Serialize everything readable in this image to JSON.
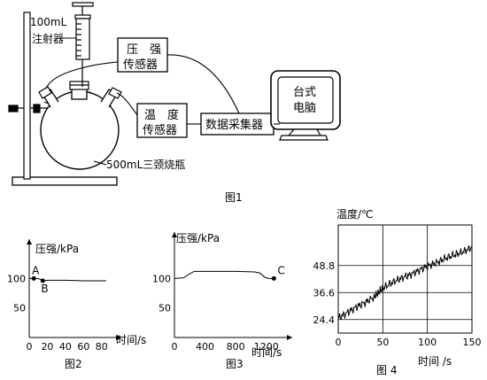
{
  "apparatus": {
    "syringe_label": [
      "100mL",
      "注射器"
    ],
    "pressure_sensor": [
      "压　强",
      "传感器"
    ],
    "temperature_sensor": [
      "温　度",
      "传感器"
    ],
    "data_collector": "数据采集器",
    "computer": [
      "台式",
      "电脑"
    ],
    "flask_label": "500mL三颈烧瓶",
    "figure_caption": "图1"
  },
  "chart_data": [
    {
      "type": "line",
      "caption": "图2",
      "ylabel": "压强/kPa",
      "xlabel": "时间/s",
      "x_ticks": [
        0,
        20,
        40,
        60,
        80
      ],
      "y_ticks": [
        50,
        100
      ],
      "xlim": [
        0,
        90
      ],
      "ylim": [
        0,
        150
      ],
      "series": [
        {
          "x": [
            0,
            8,
            12,
            14,
            16,
            20,
            40,
            60,
            80,
            85
          ],
          "values": [
            100,
            100,
            99,
            96,
            96,
            97,
            97,
            96,
            96,
            96
          ]
        }
      ],
      "points": [
        {
          "label": "A",
          "x": 5,
          "y": 100
        },
        {
          "label": "B",
          "x": 15,
          "y": 96
        }
      ]
    },
    {
      "type": "line",
      "caption": "图3",
      "ylabel": "压强/kPa",
      "xlabel": "时间/s",
      "x_ticks": [
        0,
        400,
        800,
        1200
      ],
      "y_ticks": [
        50,
        100
      ],
      "xlim": [
        0,
        1400
      ],
      "ylim": [
        0,
        150
      ],
      "series": [
        {
          "x": [
            0,
            120,
            200,
            260,
            400,
            800,
            1050,
            1120,
            1180,
            1230,
            1300
          ],
          "values": [
            100,
            101,
            108,
            112,
            112,
            112,
            111,
            109,
            102,
            100,
            100
          ]
        }
      ],
      "points": [
        {
          "label": "C",
          "x": 1300,
          "y": 100
        }
      ]
    },
    {
      "type": "line",
      "caption": "图 4",
      "ylabel": "温度/℃",
      "xlabel": "时间 /s",
      "x_ticks": [
        0,
        50,
        100,
        150
      ],
      "y_ticks": [
        24.4,
        36.6,
        48.8
      ],
      "xlim": [
        0,
        150
      ],
      "ylim": [
        18.3,
        67.1
      ],
      "grid": true,
      "series": [
        {
          "x": [
            0,
            10,
            20,
            30,
            40,
            45,
            50,
            60,
            70,
            80,
            90,
            100,
            110,
            120,
            130,
            140,
            150
          ],
          "values": [
            25,
            27.5,
            30,
            32,
            34.5,
            36.5,
            38.5,
            41,
            43,
            44.5,
            46.5,
            48.5,
            50,
            52,
            53.5,
            55,
            57
          ]
        }
      ]
    }
  ]
}
